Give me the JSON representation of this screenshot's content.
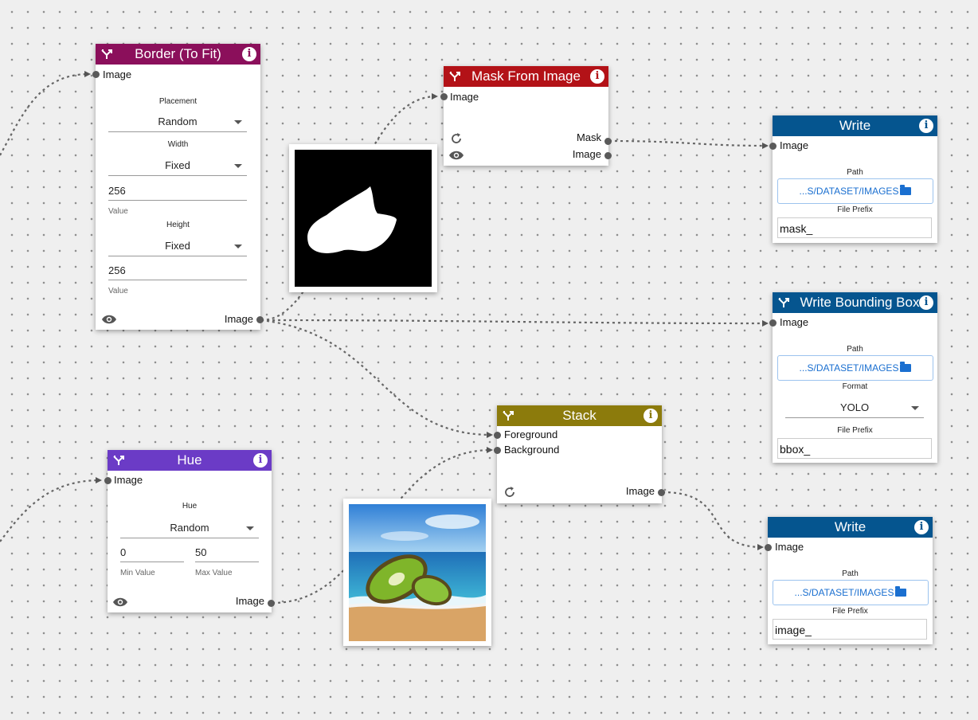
{
  "colors": {
    "border_node": "#8b0f5b",
    "mask_node": "#b31217",
    "write_node": "#05558f",
    "stack_node": "#8c7b0c",
    "hue_node": "#6b3bc6"
  },
  "icons": {
    "node_type": "shuffle-icon",
    "info": "info-icon",
    "preview": "eye-icon",
    "refresh": "refresh-icon",
    "folder": "folder-icon"
  },
  "border_node": {
    "title": "Border (To Fit)",
    "input_image": "Image",
    "placement_label": "Placement",
    "placement_value": "Random",
    "width_label": "Width",
    "width_mode": "Fixed",
    "width_value": "256",
    "width_value_label": "Value",
    "height_label": "Height",
    "height_mode": "Fixed",
    "height_value": "256",
    "height_value_label": "Value",
    "output_image": "Image"
  },
  "mask_node": {
    "title": "Mask From Image",
    "input_image": "Image",
    "output_mask": "Mask",
    "output_image": "Image"
  },
  "write_node_1": {
    "title": "Write",
    "input_image": "Image",
    "path_label": "Path",
    "path_value": "...S/DATASET/IMAGES",
    "prefix_label": "File Prefix",
    "prefix_value": "mask_"
  },
  "bbox_node": {
    "title": "Write Bounding Box",
    "input_image": "Image",
    "path_label": "Path",
    "path_value": "...S/DATASET/IMAGES",
    "format_label": "Format",
    "format_value": "YOLO",
    "prefix_label": "File Prefix",
    "prefix_value": "bbox_"
  },
  "stack_node": {
    "title": "Stack",
    "input_foreground": "Foreground",
    "input_background": "Background",
    "output_image": "Image"
  },
  "hue_node": {
    "title": "Hue",
    "input_image": "Image",
    "hue_label": "Hue",
    "hue_value": "Random",
    "min_value": "0",
    "min_label": "Min Value",
    "max_value": "50",
    "max_label": "Max Value",
    "output_image": "Image"
  },
  "write_node_2": {
    "title": "Write",
    "input_image": "Image",
    "path_label": "Path",
    "path_value": "...S/DATASET/IMAGES",
    "prefix_label": "File Prefix",
    "prefix_value": "image_"
  }
}
